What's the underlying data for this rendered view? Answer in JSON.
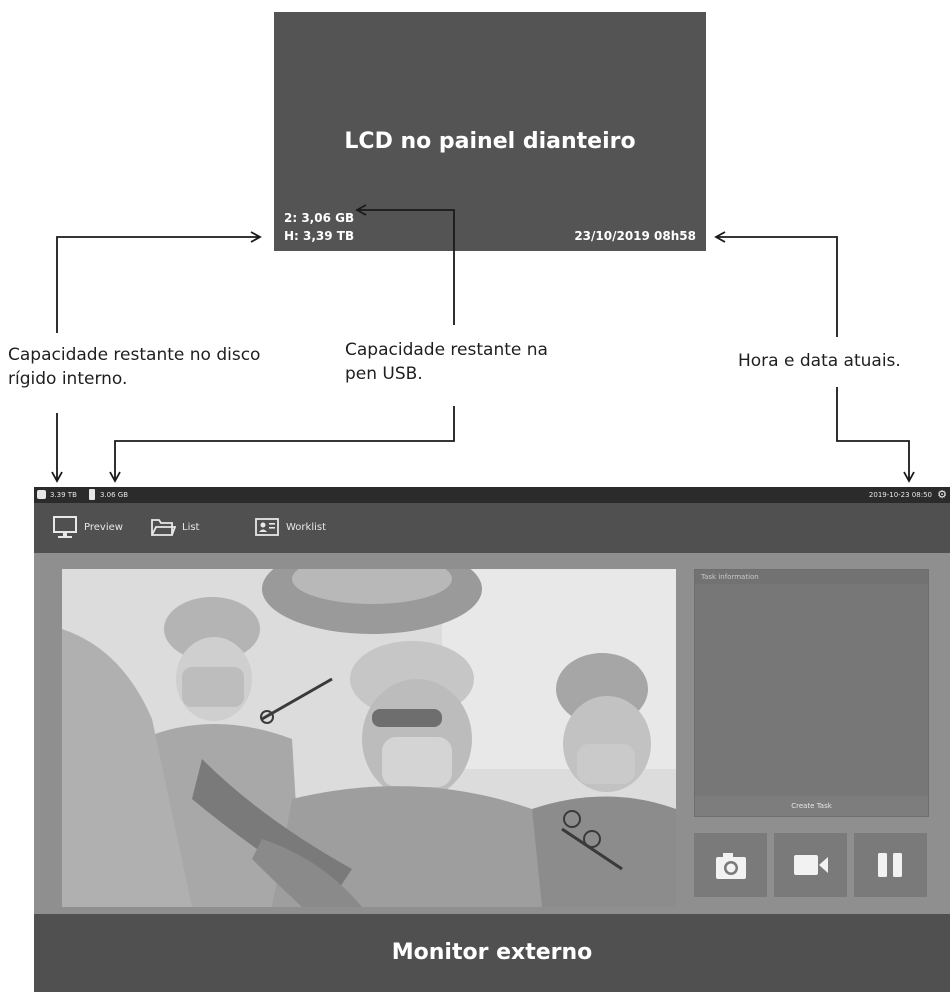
{
  "lcd": {
    "title": "LCD no painel dianteiro",
    "usb_capacity": "2: 3,06 GB",
    "hdd_capacity": "H: 3,39 TB",
    "datetime": "23/10/2019  08h58"
  },
  "callouts": {
    "hdd": "Capacidade restante no disco rígido interno.",
    "usb": "Capacidade restante na pen USB.",
    "time": "Hora e data atuais."
  },
  "monitor": {
    "status_bar": {
      "hdd": "3.39 TB",
      "usb": "3.06 GB",
      "datetime": "2019-10-23  08:50"
    },
    "nav": {
      "preview": "Preview",
      "list": "List",
      "worklist": "Worklist"
    },
    "task_panel": {
      "header": "Task information",
      "create_button": "Create Task"
    },
    "caption": "Monitor externo"
  },
  "colors": {
    "panel_dark": "#545454",
    "bar_dark": "#505050",
    "monitor_bg": "#8f8f8f"
  },
  "icons": [
    "monitor-icon",
    "folder-icon",
    "id-card-icon",
    "camera-icon",
    "video-camera-icon",
    "pause-icon",
    "gear-icon",
    "hdd-icon",
    "usb-icon"
  ]
}
